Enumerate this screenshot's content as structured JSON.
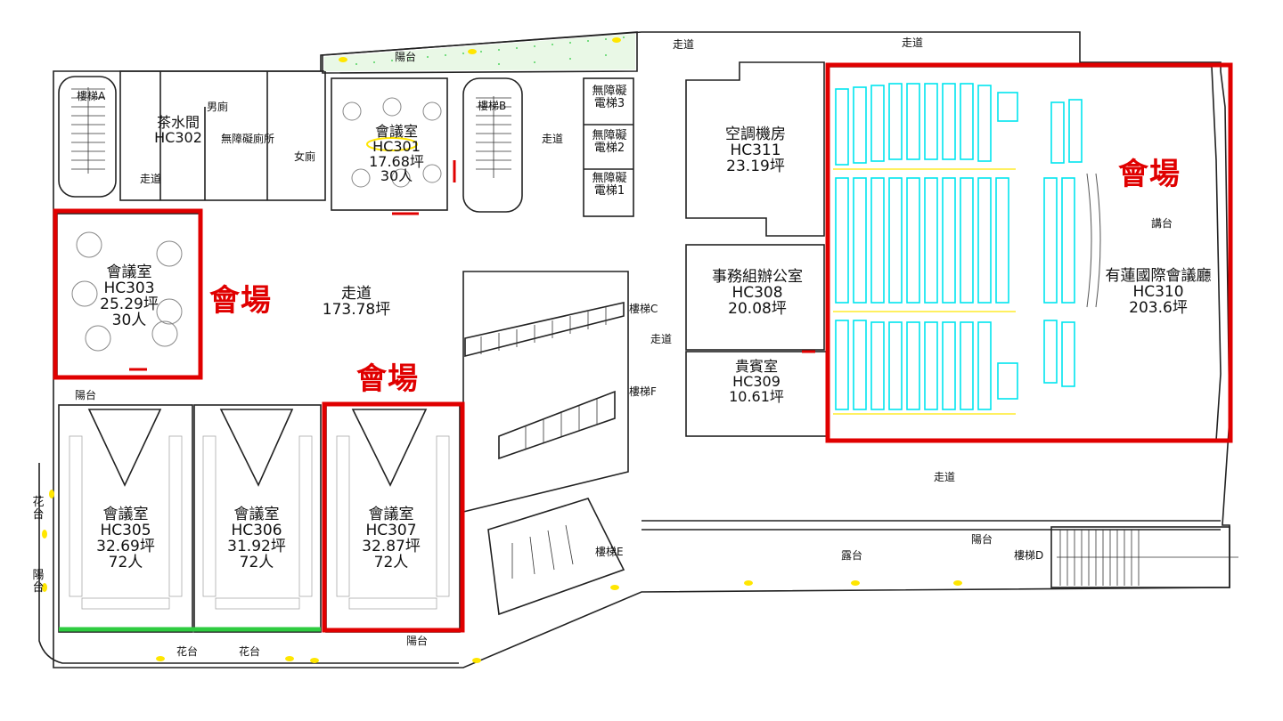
{
  "colors": {
    "highlight": "#e00000",
    "seat": "#00e5ee",
    "balcony": "#2ecc40",
    "light": "#ffe600",
    "wall": "#222222"
  },
  "venue_tags": {
    "hc303": "會場",
    "hc307": "會場",
    "hc310": "會場"
  },
  "rooms": {
    "hc301": {
      "name": "會議室",
      "code": "HC301",
      "area": "17.68坪",
      "cap": "30人"
    },
    "hc302": {
      "name": "茶水間",
      "code": "HC302"
    },
    "hc303": {
      "name": "會議室",
      "code": "HC303",
      "area": "25.29坪",
      "cap": "30人"
    },
    "hc305": {
      "name": "會議室",
      "code": "HC305",
      "area": "32.69坪",
      "cap": "72人"
    },
    "hc306": {
      "name": "會議室",
      "code": "HC306",
      "area": "31.92坪",
      "cap": "72人"
    },
    "hc307": {
      "name": "會議室",
      "code": "HC307",
      "area": "32.87坪",
      "cap": "72人"
    },
    "hc308": {
      "name": "事務組辦公室",
      "code": "HC308",
      "area": "20.08坪"
    },
    "hc309": {
      "name": "貴賓室",
      "code": "HC309",
      "area": "10.61坪"
    },
    "hc310": {
      "name": "有蓮國際會議廳",
      "code": "HC310",
      "area": "203.6坪",
      "stage": "講台"
    },
    "hc311": {
      "name": "空調機房",
      "code": "HC311",
      "area": "23.19坪"
    }
  },
  "corridor": {
    "label": "走道",
    "area": "173.78坪"
  },
  "labels": {
    "corridor": "走道",
    "balcony": "陽台",
    "terrace": "露台",
    "planter": "花台",
    "mens": "男廁",
    "womens": "女廁",
    "accessible_toilet": "無障礙廁所",
    "stair_a": "樓梯A",
    "stair_b": "樓梯B",
    "stair_c": "樓梯C",
    "stair_d": "樓梯D",
    "stair_e": "樓梯E",
    "stair_f": "樓梯F",
    "elevator1": "無障礙電梯1",
    "elevator2": "無障礙電梯2",
    "elevator3": "無障礙電梯3"
  }
}
